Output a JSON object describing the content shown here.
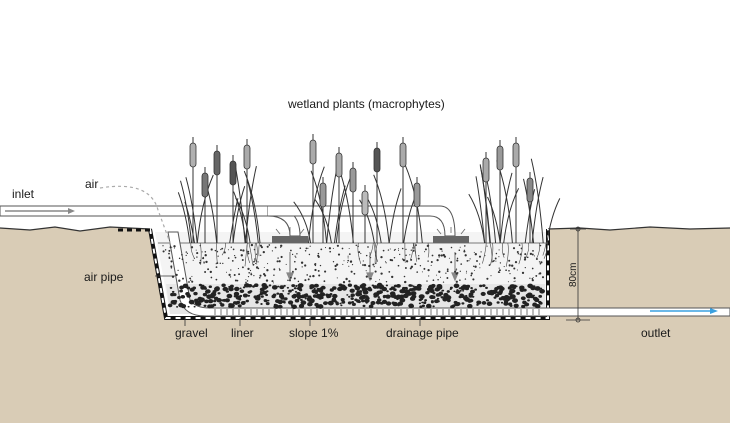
{
  "labels": {
    "title": "wetland plants (macrophytes)",
    "inlet": "inlet",
    "air": "air",
    "air_pipe": "air pipe",
    "gravel": "gravel",
    "liner": "liner",
    "slope": "slope 1%",
    "drainage_pipe": "drainage pipe",
    "outlet": "outlet",
    "depth": "80cm"
  },
  "colors": {
    "soil": "#d9ccb6",
    "ground_line": "#333333",
    "sand_fill": "#f2f2f2",
    "pipe_fill": "#ffffff",
    "pipe_stroke": "#555555",
    "outlet_arrow": "#3aa0e0",
    "inlet_arrow": "#888888",
    "gravel_stone": "#222222",
    "reed_head_dark": "#6a6a6a",
    "reed_head_light": "#b0b0b0"
  }
}
